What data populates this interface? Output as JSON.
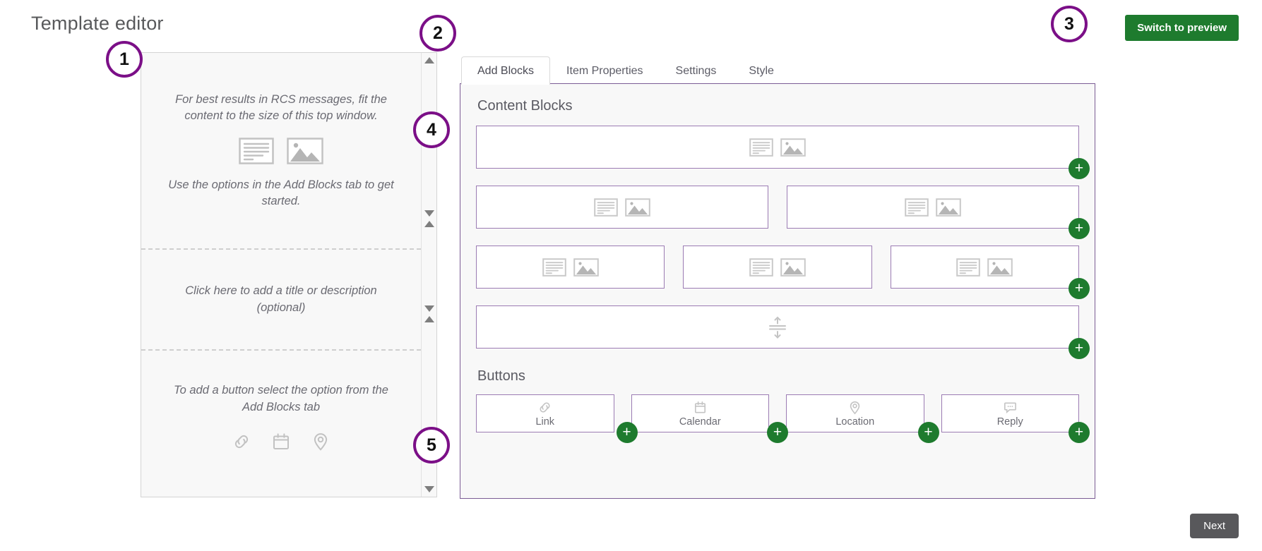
{
  "header": {
    "page_title": "Template editor",
    "switch_preview_label": "Switch to preview"
  },
  "badges": {
    "b1": "1",
    "b2": "2",
    "b3": "3",
    "b4": "4",
    "b5": "5"
  },
  "preview": {
    "section_top_text": "For best results in RCS messages, fit the content to the size of this top window.",
    "section_top_hint": "Use the options in the Add Blocks tab to get started.",
    "section_middle_text": "Click here to add a title or description (optional)",
    "section_bottom_text": "To add a button select the option from the Add Blocks tab",
    "icons_top": [
      "text-icon",
      "image-icon"
    ],
    "icons_bottom": [
      "link-icon",
      "calendar-icon",
      "location-icon"
    ],
    "scrollbar": "vertical-scrollbar"
  },
  "tabs": [
    {
      "label": "Add Blocks",
      "active": true
    },
    {
      "label": "Item Properties",
      "active": false
    },
    {
      "label": "Settings",
      "active": false
    },
    {
      "label": "Style",
      "active": false
    }
  ],
  "editor": {
    "content_blocks_title": "Content Blocks",
    "buttons_title": "Buttons",
    "add_label": "+",
    "content_rows": [
      {
        "name": "one-column-block",
        "columns": 1,
        "icons": [
          "text-icon",
          "image-icon"
        ]
      },
      {
        "name": "two-column-block",
        "columns": 2,
        "icons": [
          "text-icon",
          "image-icon"
        ]
      },
      {
        "name": "three-column-block",
        "columns": 3,
        "icons": [
          "text-icon",
          "image-icon"
        ]
      },
      {
        "name": "divider-block",
        "columns": 1,
        "icons": [
          "divider-icon"
        ]
      }
    ],
    "button_items": [
      {
        "label": "Link",
        "icon": "link-icon"
      },
      {
        "label": "Calendar",
        "icon": "calendar-icon"
      },
      {
        "label": "Location",
        "icon": "location-icon"
      },
      {
        "label": "Reply",
        "icon": "reply-icon"
      }
    ]
  },
  "footer": {
    "next_label": "Next"
  },
  "colors": {
    "badge_purple": "#7b0f87",
    "block_border_purple": "#9b7bb3",
    "panel_border_purple": "#7b5c95",
    "add_green": "#1e7b2e",
    "next_gray": "#58585b",
    "icon_gray": "#bdbdbd",
    "text_gray": "#6a6a72"
  }
}
